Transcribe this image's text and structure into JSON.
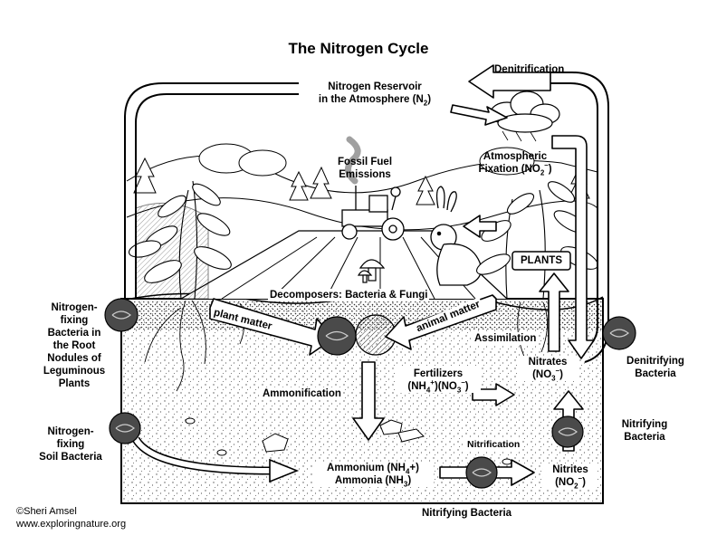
{
  "title": "The Nitrogen Cycle",
  "labels": {
    "reservoir_line1": "Nitrogen Reservoir",
    "reservoir_line2": "in the Atmosphere (N",
    "reservoir_sub": "2",
    "denitrification": "Denitrification",
    "fossil_line1": "Fossil Fuel",
    "fossil_line2": "Emissions",
    "atmfix_line1": "Atmospheric",
    "atmfix_line2": "Fixation (NO",
    "atmfix_sub": "2",
    "atmfix_sup": "–",
    "plants": "PLANTS",
    "decomposers": "Decomposers: Bacteria & Fungi",
    "plant_matter": "plant matter",
    "animal_matter": "animal matter",
    "assimilation": "Assimilation",
    "nitrates_line1": "Nitrates",
    "nitrates_line2": "(NO",
    "nitrates_sub": "3",
    "nitrates_sup": "–",
    "denit_bact_line1": "Denitrifying",
    "denit_bact_line2": "Bacteria",
    "fert_line1": "Fertilizers",
    "fert_a": "(NH",
    "fert_a_sub": "4",
    "fert_a_sup": "+",
    "fert_b": ")(NO",
    "fert_b_sub": "3",
    "fert_b_sup": "–",
    "fert_c": ")",
    "ammonification": "Ammonification",
    "nfix_root": [
      "Nitrogen-",
      "fixing",
      "Bacteria in",
      "the Root",
      "Nodules of",
      "Leguminous",
      "Plants"
    ],
    "nfix_soil": [
      "Nitrogen-",
      "fixing",
      "Soil Bacteria"
    ],
    "nitrifying_right_1": "Nitrifying",
    "nitrifying_right_2": "Bacteria",
    "nitrification": "Nitrification",
    "ammonium_a": "Ammonium (NH",
    "ammonium_sub": "4",
    "ammonium_b": "+)",
    "ammonia_a": "Ammonia (NH",
    "ammonia_sub": "3",
    "ammonia_b": ")",
    "nitrites_line1": "Nitrites",
    "nitrites_line2": "(NO",
    "nitrites_sub": "2",
    "nitrites_sup": "–",
    "nitrifying_bottom": "Nitrifying Bacteria",
    "credit_line1": "©Sheri Amsel",
    "credit_line2": "www.exploringnature.org"
  },
  "colors": {
    "ink": "#000000",
    "paper": "#ffffff",
    "soil_dot": "#555555",
    "bacteria": "#4a4a4a",
    "organic": "#777777"
  },
  "icons": [
    "cloud-icon",
    "tractor-icon",
    "rabbit-icon",
    "plant-icon",
    "bacteria-icon",
    "mushroom-icon",
    "tree-icon"
  ]
}
